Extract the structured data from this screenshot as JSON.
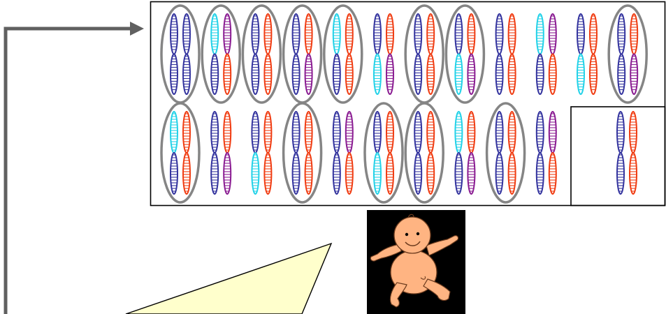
{
  "colors": {
    "background": "#ffffff",
    "blue": "#33339e",
    "red": "#f03c12",
    "purple": "#8a1c92",
    "cyan": "#22d2e8",
    "oval": "#858585",
    "arrow": "#606060",
    "callout_fill": "#ffffcc",
    "baby_background": "#000000",
    "baby_skin": "#ffb482"
  },
  "karyotype": {
    "top_row": [
      {
        "left": [
          "blue",
          "blue"
        ],
        "right": [
          "blue",
          "blue"
        ],
        "circled": true
      },
      {
        "left": [
          "cyan",
          "blue"
        ],
        "right": [
          "purple",
          "red"
        ],
        "circled": true
      },
      {
        "left": [
          "blue",
          "blue"
        ],
        "right": [
          "red",
          "red"
        ],
        "circled": true
      },
      {
        "left": [
          "blue",
          "blue"
        ],
        "right": [
          "red",
          "purple"
        ],
        "circled": true
      },
      {
        "left": [
          "cyan",
          "blue"
        ],
        "right": [
          "red",
          "red"
        ],
        "circled": true
      },
      {
        "left": [
          "blue",
          "cyan"
        ],
        "right": [
          "red",
          "purple"
        ],
        "circled": false
      },
      {
        "left": [
          "blue",
          "blue"
        ],
        "right": [
          "red",
          "red"
        ],
        "circled": true
      },
      {
        "left": [
          "blue",
          "cyan"
        ],
        "right": [
          "red",
          "purple"
        ],
        "circled": true
      },
      {
        "left": [
          "blue",
          "blue"
        ],
        "right": [
          "red",
          "red"
        ],
        "circled": false
      },
      {
        "left": [
          "cyan",
          "blue"
        ],
        "right": [
          "purple",
          "red"
        ],
        "circled": false
      },
      {
        "left": [
          "blue",
          "cyan"
        ],
        "right": [
          "red",
          "red"
        ],
        "circled": false
      },
      {
        "left": [
          "blue",
          "blue"
        ],
        "right": [
          "red",
          "purple"
        ],
        "circled": true
      }
    ],
    "bottom_row": [
      {
        "left": [
          "cyan",
          "blue"
        ],
        "right": [
          "red",
          "red"
        ],
        "circled": true
      },
      {
        "left": [
          "blue",
          "blue"
        ],
        "right": [
          "red",
          "purple"
        ],
        "circled": false
      },
      {
        "left": [
          "blue",
          "cyan"
        ],
        "right": [
          "red",
          "red"
        ],
        "circled": false
      },
      {
        "left": [
          "blue",
          "blue"
        ],
        "right": [
          "red",
          "red"
        ],
        "circled": true
      },
      {
        "left": [
          "blue",
          "blue"
        ],
        "right": [
          "purple",
          "red"
        ],
        "circled": false
      },
      {
        "left": [
          "blue",
          "cyan"
        ],
        "right": [
          "red",
          "red"
        ],
        "circled": true
      },
      {
        "left": [
          "blue",
          "blue"
        ],
        "right": [
          "red",
          "red"
        ],
        "circled": true
      },
      {
        "left": [
          "cyan",
          "blue"
        ],
        "right": [
          "red",
          "purple"
        ],
        "circled": false
      },
      {
        "left": [
          "blue",
          "blue"
        ],
        "right": [
          "red",
          "red"
        ],
        "circled": true
      },
      {
        "left": [
          "blue",
          "blue"
        ],
        "right": [
          "purple",
          "red"
        ],
        "circled": false
      }
    ],
    "sex_pair": {
      "left": [
        "blue",
        "blue"
      ],
      "right": [
        "red",
        "red"
      ],
      "circled": false
    }
  },
  "icons": [
    "baby-illustration",
    "arrow-right-icon",
    "callout-shape"
  ]
}
